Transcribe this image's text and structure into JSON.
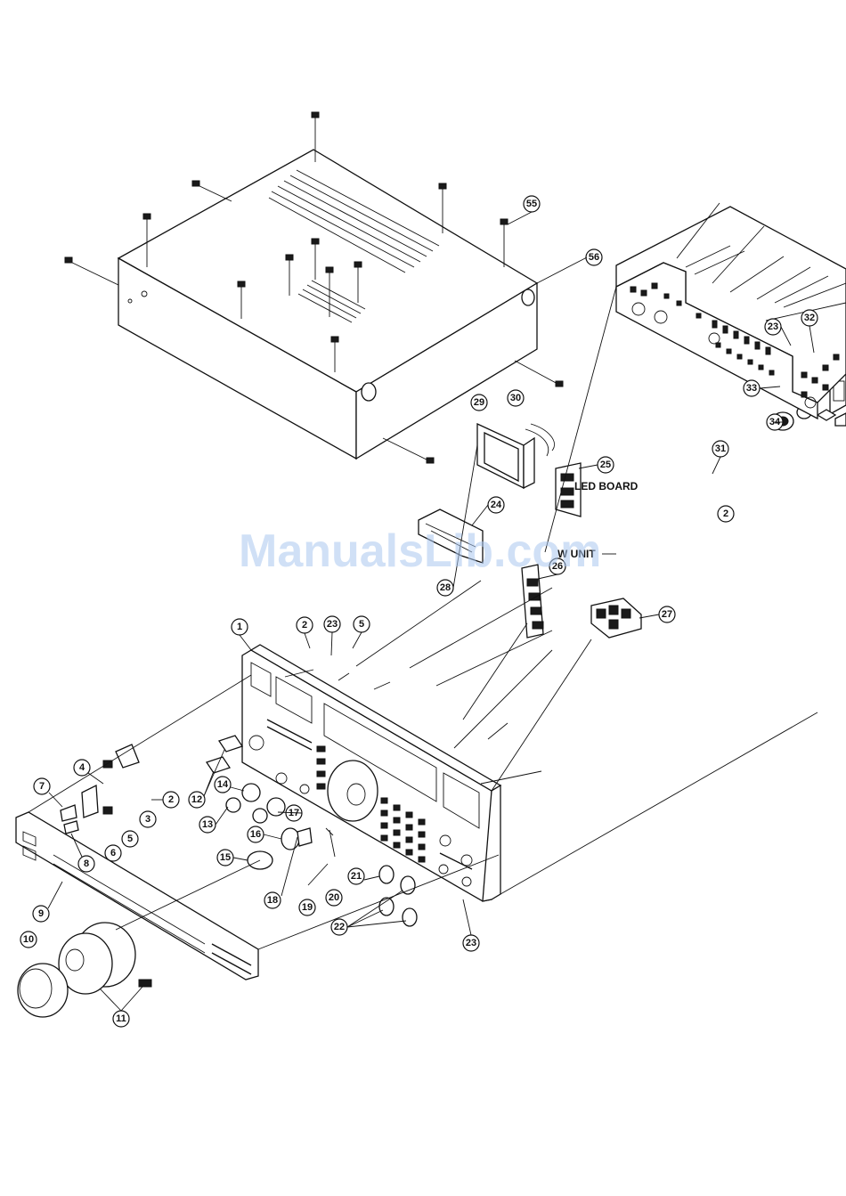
{
  "watermark": "ManualsLib.com",
  "labels": {
    "led_board": "LED BOARD",
    "w_unit": "W UNIT"
  },
  "callouts": [
    {
      "id": "c1",
      "text": "1"
    },
    {
      "id": "c2a",
      "text": "2"
    },
    {
      "id": "c2b",
      "text": "2"
    },
    {
      "id": "c2c",
      "text": "2"
    },
    {
      "id": "c3",
      "text": "3"
    },
    {
      "id": "c4",
      "text": "4"
    },
    {
      "id": "c5a",
      "text": "5"
    },
    {
      "id": "c5b",
      "text": "5"
    },
    {
      "id": "c6",
      "text": "6"
    },
    {
      "id": "c7",
      "text": "7"
    },
    {
      "id": "c8",
      "text": "8"
    },
    {
      "id": "c9",
      "text": "9"
    },
    {
      "id": "c10",
      "text": "10"
    },
    {
      "id": "c11",
      "text": "11"
    },
    {
      "id": "c12",
      "text": "12"
    },
    {
      "id": "c13",
      "text": "13"
    },
    {
      "id": "c14",
      "text": "14"
    },
    {
      "id": "c15",
      "text": "15"
    },
    {
      "id": "c16",
      "text": "16"
    },
    {
      "id": "c17",
      "text": "17"
    },
    {
      "id": "c18",
      "text": "18"
    },
    {
      "id": "c19",
      "text": "19"
    },
    {
      "id": "c20",
      "text": "20"
    },
    {
      "id": "c21",
      "text": "21"
    },
    {
      "id": "c22",
      "text": "22"
    },
    {
      "id": "c23a",
      "text": "23"
    },
    {
      "id": "c23b",
      "text": "23"
    },
    {
      "id": "c23c",
      "text": "23"
    },
    {
      "id": "c24",
      "text": "24"
    },
    {
      "id": "c25",
      "text": "25"
    },
    {
      "id": "c26",
      "text": "26"
    },
    {
      "id": "c27",
      "text": "27"
    },
    {
      "id": "c28",
      "text": "28"
    },
    {
      "id": "c29",
      "text": "29"
    },
    {
      "id": "c30",
      "text": "30"
    },
    {
      "id": "c31",
      "text": "31"
    },
    {
      "id": "c32",
      "text": "32"
    },
    {
      "id": "c33",
      "text": "33"
    },
    {
      "id": "c34",
      "text": "34"
    },
    {
      "id": "c55",
      "text": "55"
    },
    {
      "id": "c56",
      "text": "56"
    }
  ]
}
